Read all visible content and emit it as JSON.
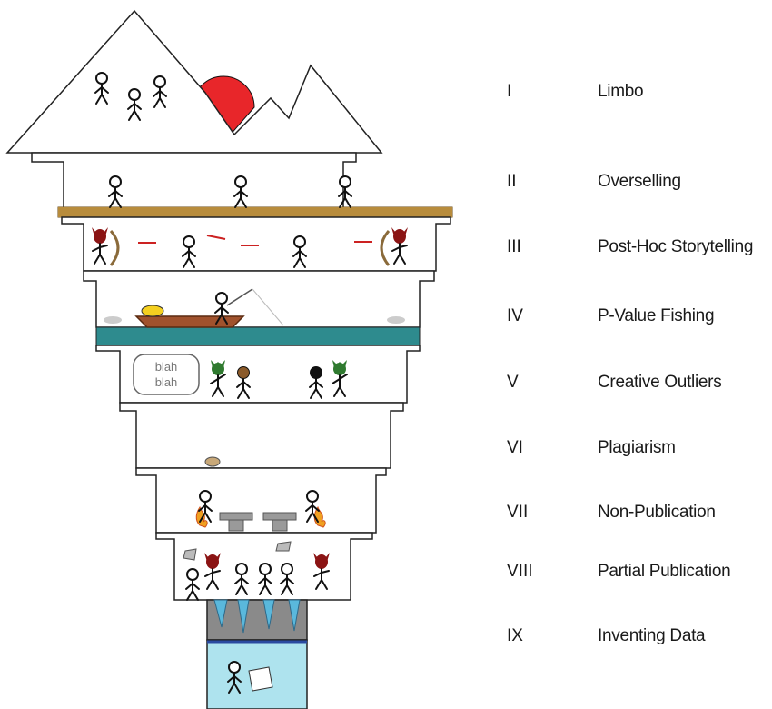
{
  "circles": [
    {
      "numeral": "I",
      "name": "Limbo"
    },
    {
      "numeral": "II",
      "name": "Overselling"
    },
    {
      "numeral": "III",
      "name": "Post-Hoc Storytelling"
    },
    {
      "numeral": "IV",
      "name": "P-Value Fishing"
    },
    {
      "numeral": "V",
      "name": "Creative Outliers"
    },
    {
      "numeral": "VI",
      "name": "Plagiarism"
    },
    {
      "numeral": "VII",
      "name": "Non-Publication"
    },
    {
      "numeral": "VIII",
      "name": "Partial Publication"
    },
    {
      "numeral": "IX",
      "name": "Inventing Data"
    }
  ],
  "speech_bubble": {
    "line1": "blah",
    "line2": "blah"
  },
  "colors": {
    "sun": "#e8262a",
    "sand": "#b88c3c",
    "water": "#2e8b8e",
    "demon_red": "#8b1414",
    "demon_green": "#2f7a2f",
    "fire": "#f0a020",
    "anvil": "#9a9a9a",
    "ice": "#5ab8dc",
    "pool": "#aee3ee",
    "stone": "#8a8a8a"
  }
}
